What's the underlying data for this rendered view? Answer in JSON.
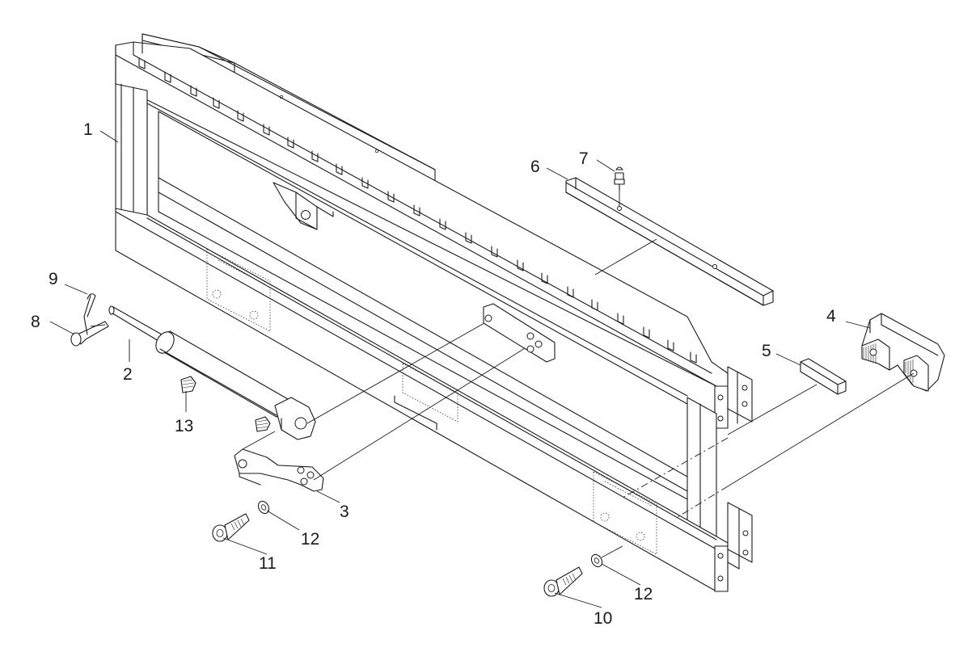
{
  "callouts": {
    "c1": "1",
    "c2": "2",
    "c3": "3",
    "c4": "4",
    "c5": "5",
    "c6": "6",
    "c7": "7",
    "c8": "8",
    "c9": "9",
    "c10": "10",
    "c11": "11",
    "c12a": "12",
    "c12b": "12",
    "c13": "13"
  },
  "parts": [
    {
      "number": "1",
      "icon": "frame-carriage-icon"
    },
    {
      "number": "2",
      "icon": "hydraulic-cylinder-icon"
    },
    {
      "number": "3",
      "icon": "mounting-bracket-icon"
    },
    {
      "number": "4",
      "icon": "end-stop-block-icon"
    },
    {
      "number": "5",
      "icon": "slide-plate-icon"
    },
    {
      "number": "6",
      "icon": "rail-bar-icon"
    },
    {
      "number": "7",
      "icon": "grease-nipple-icon"
    },
    {
      "number": "8",
      "icon": "pin-icon"
    },
    {
      "number": "9",
      "icon": "cotter-pin-icon"
    },
    {
      "number": "10",
      "icon": "socket-bolt-icon"
    },
    {
      "number": "11",
      "icon": "socket-bolt-icon"
    },
    {
      "number": "12",
      "icon": "washer-icon"
    },
    {
      "number": "13",
      "icon": "hose-fitting-icon"
    }
  ]
}
